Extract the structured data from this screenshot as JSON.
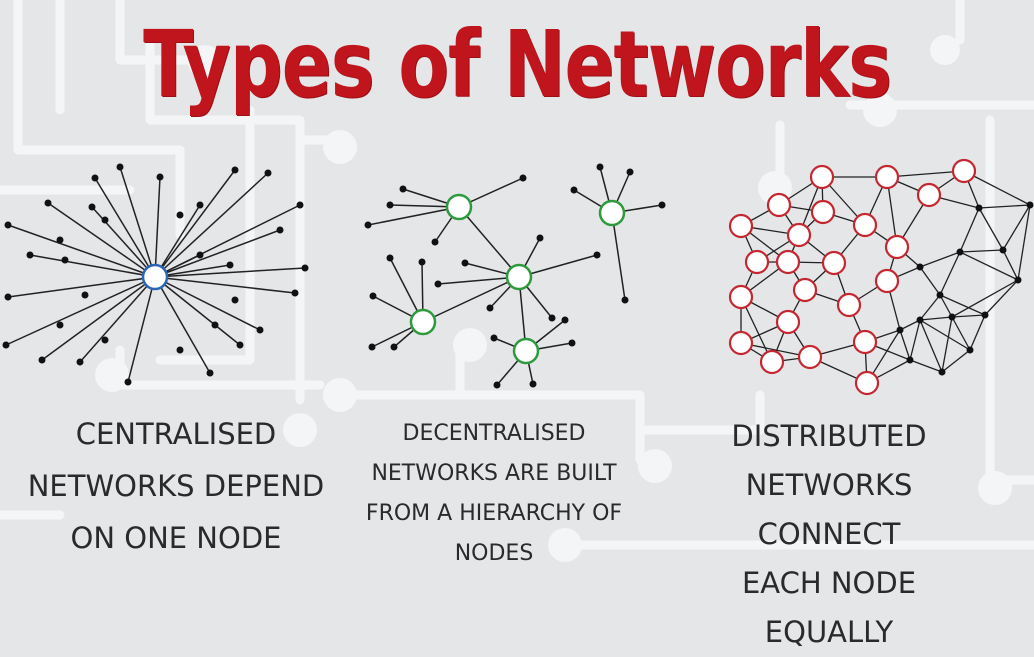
{
  "title": "Types of Networks",
  "colors": {
    "title": "#c0151d",
    "central_node": "#2a66b5",
    "decentral_node": "#2e9a3e",
    "distrib_node": "#c52730",
    "background": "#e4e6e8",
    "circuit": "#f4f5f6"
  },
  "captions": {
    "centralised": [
      "CENTRALISED",
      "NETWORKS DEPEND",
      "ON ONE NODE"
    ],
    "decentralised": [
      "DECENTRALISED",
      "NETWORKS ARE BUILT",
      "FROM A HIERARCHY OF",
      "NODES"
    ],
    "distributed": [
      "DISTRIBUTED",
      "NETWORKS CONNECT",
      "EACH NODE EQUALLY"
    ]
  }
}
